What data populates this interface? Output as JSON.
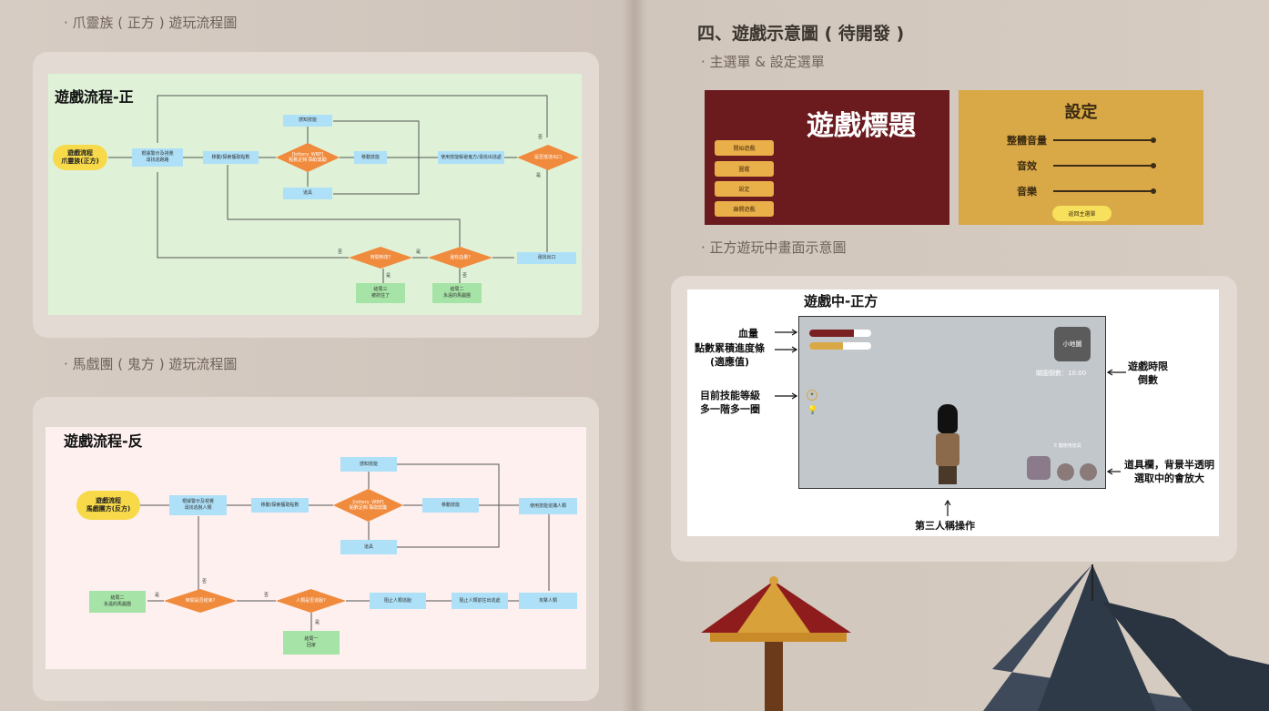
{
  "left": {
    "section1_bullet": "· 爪靈族 ( 正方 ) 遊玩流程圖",
    "section2_bullet": "· 馬戲團 ( 鬼方 ) 遊玩流程圖",
    "flow1": {
      "title": "遊戲流程-正",
      "start": "遊戲流程\n爪靈族(正方)",
      "n_lobby": "根據警示及視覺\n尋找逃跑路",
      "n_move": "移動/探索獲取點數",
      "n_lottery": "[lottery_WBP]\n點數足夠 抽取獎勵",
      "n_skill_top": "感知技能",
      "n_prop": "道具",
      "n_move_skill": "移動技能",
      "n_use": "使用技能躲避鬼方/尋找出逃處",
      "n_find_exit": "是否抵達出口",
      "n_exit": "尋找出口",
      "n_blood": "還有血量?",
      "n_time": "時間到達?",
      "n_end3": "結局三\n被抓住了",
      "n_end2": "結局二\n永遠的馬戲團",
      "y1": "是",
      "n1": "否",
      "y2": "是",
      "n2": "否",
      "y3": "是",
      "n3": "否"
    },
    "flow2": {
      "title": "遊戲流程-反",
      "start": "遊戲流程\n馬戲團方(反方)",
      "n_lobby": "根據警示及視覺\n尋找逃脫人類",
      "n_move": "移動/探索獲取點數",
      "n_lottery": "[lottery_WBP]\n點數足夠 抽取獎勵",
      "n_skill_top": "感知技能",
      "n_prop": "道具",
      "n_move_skill": "移動技能",
      "n_use": "使用技能追捕人類",
      "n_attack": "攻擊人類",
      "n_stop": "阻止人類前往出逃處",
      "n_stop2": "阻止人類逃脫",
      "n_escaped": "人類是否逃脫?",
      "n_time": "時間是否結束?",
      "n_end2": "結局二\n永遠的馬戲團",
      "n_end1": "結局一\n回家",
      "y1": "是",
      "n1": "否",
      "y2": "是",
      "n2": "否"
    }
  },
  "right": {
    "heading": "四、遊戲示意圖 ( 待開發 )",
    "bullet_menu": "· 主選單 & 設定選單",
    "bullet_game": "· 正方遊玩中畫面示意圖",
    "main_menu": {
      "title": "遊戲標題",
      "buttons": [
        "開始遊戲",
        "圖鑑",
        "設定",
        "離開遊戲"
      ],
      "bg_color": "#6b1a1e"
    },
    "settings": {
      "title": "設定",
      "rows": [
        "整體音量",
        "音效",
        "音樂"
      ],
      "return_button": "返回主選單",
      "bg_color": "#d9a847"
    },
    "gameplay": {
      "title": "遊戲中-正方",
      "minimap": "小地圖",
      "countdown": "關園倒數：10:00",
      "prop_hint": "E 鍵使用道具",
      "health_fill": 0.72,
      "points_fill": 0.55,
      "annotations": {
        "blood": "血量",
        "points": "點數累積進度條\n(適應值)",
        "skill": "目前技能等級\n多一階多一圈",
        "timer": "遊戲時限\n倒數",
        "items": "道具欄，背景半透明\n選取中的會放大",
        "camera": "第三人稱操作"
      }
    }
  }
}
